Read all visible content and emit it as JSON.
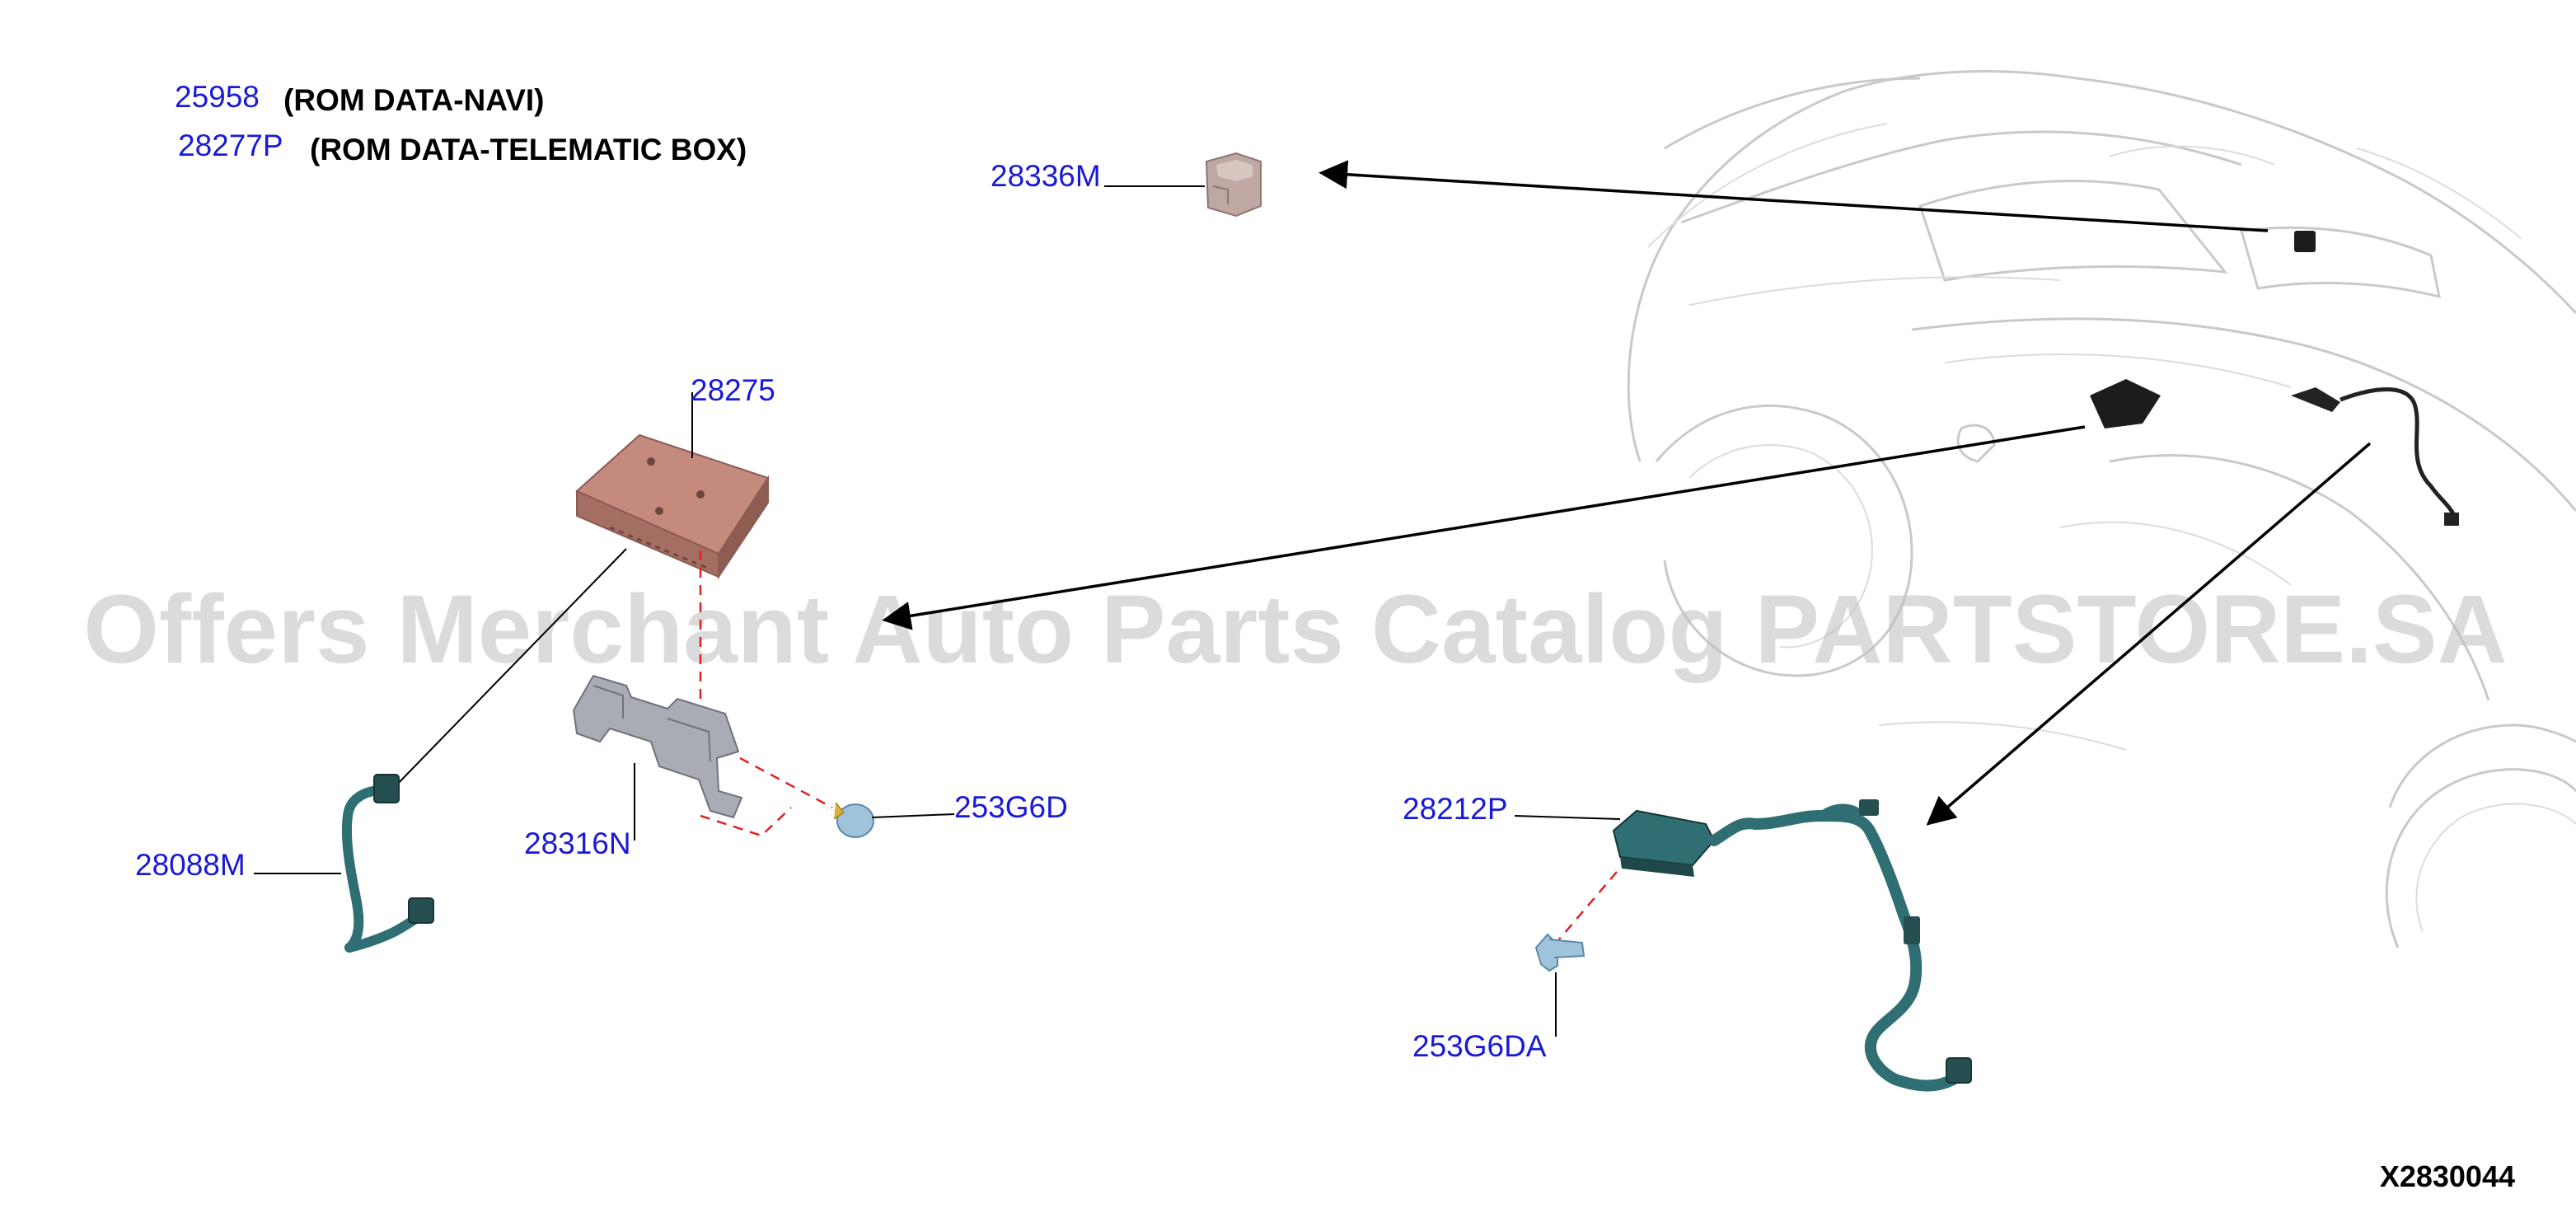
{
  "header": {
    "rows": [
      {
        "code": "25958",
        "desc": "(ROM DATA-NAVI)"
      },
      {
        "code": "28277P",
        "desc": "(ROM DATA-TELEMATIC BOX)"
      }
    ]
  },
  "callouts": {
    "c28336M": "28336M",
    "c28275": "28275",
    "c28088M": "28088M",
    "c28316N": "28316N",
    "c253G6D": "253G6D",
    "c28212P": "28212P",
    "c253G6DA": "253G6DA"
  },
  "watermark": "Offers Merchant Auto Parts Catalog PARTSTORE.SA",
  "diagram_id": "X2830044",
  "colors": {
    "callout": "#1a1ad6",
    "module": "#c58a7e",
    "harness": "#2f6f73",
    "bracket": "#a9acb4",
    "clip": "#9fc3da",
    "dashed_line": "#dd2222"
  }
}
